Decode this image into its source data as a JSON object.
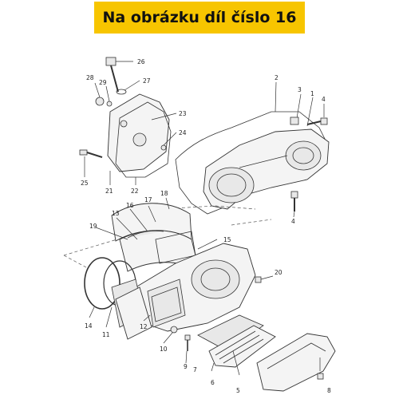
{
  "banner": {
    "text": "Na obrázku díl číslo 16",
    "color": "#f7c500"
  },
  "callouts": {
    "c1": "1",
    "c2": "2",
    "c3": "3",
    "c4a": "4",
    "c4b": "4",
    "c5": "5",
    "c6": "6",
    "c7": "7",
    "c8": "8",
    "c9": "9",
    "c10": "10",
    "c11": "11",
    "c12": "12",
    "c13": "13",
    "c14": "14",
    "c15": "15",
    "c16": "16",
    "c17": "17",
    "c18": "18",
    "c19": "19",
    "c20": "20",
    "c21": "21",
    "c22": "22",
    "c23": "23",
    "c24": "24",
    "c25": "25",
    "c26": "26",
    "c27": "27",
    "c28": "28",
    "c29": "29"
  }
}
